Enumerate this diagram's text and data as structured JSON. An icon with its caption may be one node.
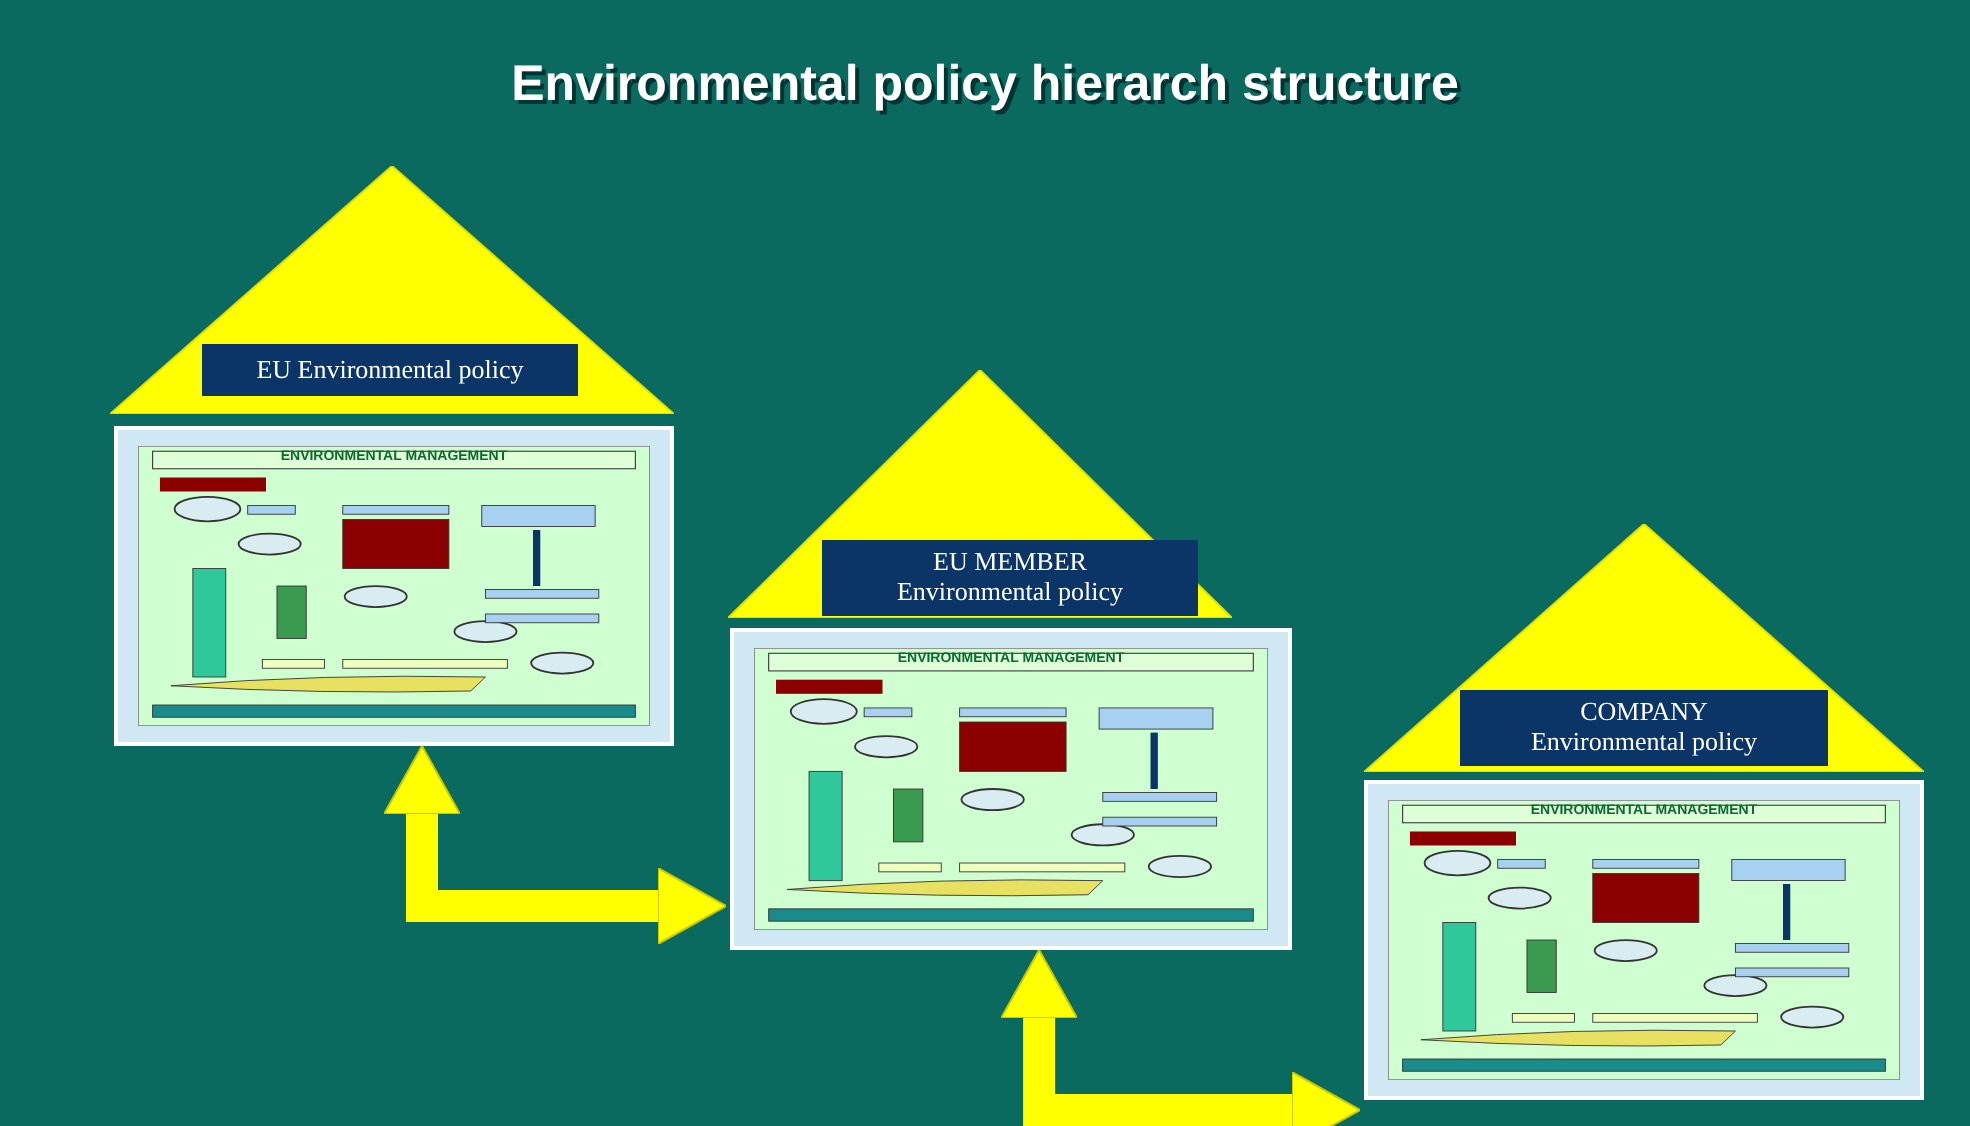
{
  "diagram": {
    "title": "Environmental policy hierarch structure",
    "nodes": [
      {
        "text": [
          "EU Environmental policy"
        ]
      },
      {
        "text": [
          "ENVIRONMENTAL MANAGEMENT"
        ]
      },
      {
        "text": [
          "EU MEMBER Environmental policy"
        ]
      },
      {
        "text": [
          "ENVIRONMENTAL MANAGEMENT"
        ]
      },
      {
        "text": [
          "COMPANY Environmental policy"
        ]
      },
      {
        "text": [
          "ENVIRONMENTAL MANAGEMENT"
        ]
      }
    ],
    "edges": [
      {
        "from": 1,
        "to": 3,
        "arrow": "both"
      },
      {
        "from": 3,
        "to": 5,
        "arrow": "both"
      }
    ]
  }
}
